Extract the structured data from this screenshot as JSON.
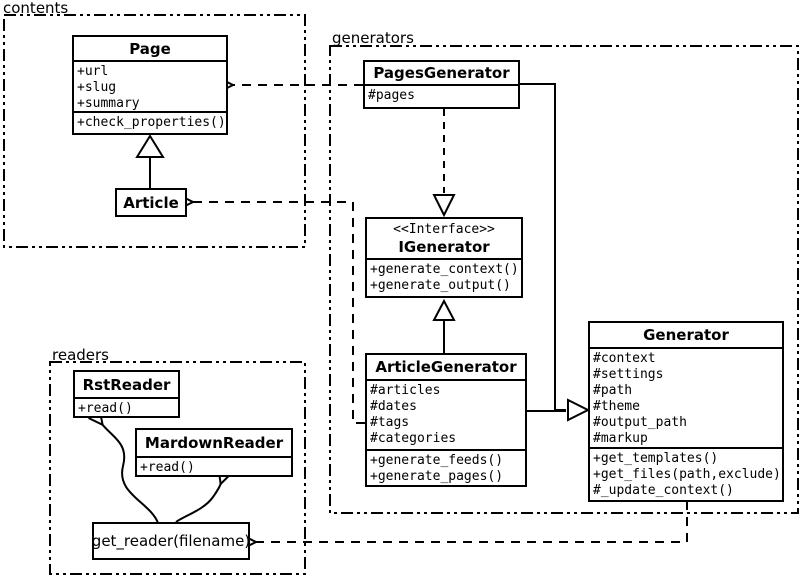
{
  "packages": {
    "contents": {
      "label": "contents"
    },
    "generators": {
      "label": "generators"
    },
    "readers": {
      "label": "readers"
    }
  },
  "classes": {
    "page": {
      "name": "Page",
      "attributes": [
        "+url",
        "+slug",
        "+summary"
      ],
      "methods": [
        "+check_properties()"
      ]
    },
    "article": {
      "name": "Article"
    },
    "pages_generator": {
      "name": "PagesGenerator",
      "attributes": [
        "#pages"
      ]
    },
    "igenerator": {
      "stereotype": "<<Interface>>",
      "name": "IGenerator",
      "methods": [
        "+generate_context()",
        "+generate_output()"
      ]
    },
    "article_generator": {
      "name": "ArticleGenerator",
      "attributes": [
        "#articles",
        "#dates",
        "#tags",
        "#categories"
      ],
      "methods": [
        "+generate_feeds()",
        "+generate_pages()"
      ]
    },
    "generator": {
      "name": "Generator",
      "attributes": [
        "#context",
        "#settings",
        "#path",
        "#theme",
        "#output_path",
        "#markup"
      ],
      "methods": [
        "+get_templates()",
        "+get_files(path,exclude)",
        "#_update_context()"
      ]
    },
    "rst_reader": {
      "name": "RstReader",
      "methods": [
        "+read()"
      ]
    },
    "markdown_reader": {
      "name": "MardownReader",
      "methods": [
        "+read()"
      ]
    }
  },
  "nodes": {
    "get_reader": {
      "label": "get_reader(filename)"
    }
  },
  "colors": {
    "line": "#000000",
    "background": "#ffffff",
    "box_fill": "#ffffff"
  }
}
